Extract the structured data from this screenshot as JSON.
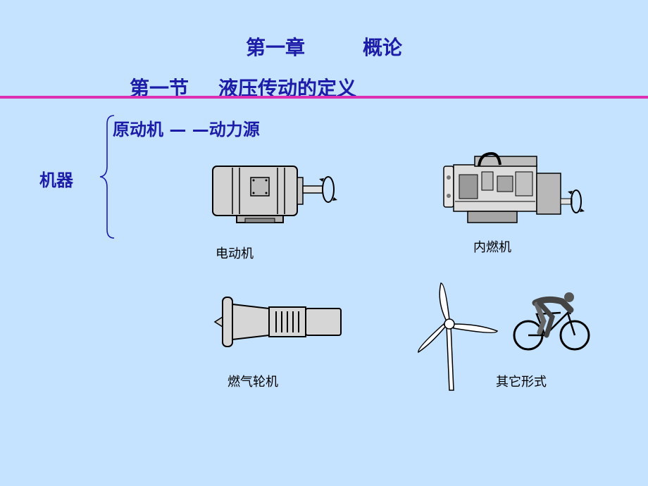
{
  "header": {
    "chapter_number": "第一章",
    "chapter_title": "概论",
    "section_number": "第一节",
    "section_title": "液压传动的定义"
  },
  "classification": {
    "root_label": "机器",
    "branch_label": "原动机 — —动力源"
  },
  "figures": [
    {
      "id": "electric-motor",
      "caption": "电动机",
      "icon": "electric-motor-icon"
    },
    {
      "id": "combustion-engine",
      "caption": "内燃机",
      "icon": "combustion-engine-icon"
    },
    {
      "id": "gas-turbine",
      "caption": "燃气轮机",
      "icon": "gas-turbine-icon"
    },
    {
      "id": "other-forms",
      "caption": "其它形式",
      "icon": "wind-turbine-and-cyclist-icon"
    }
  ],
  "colors": {
    "background": "#c5e3ff",
    "title_text": "#1c1ca8",
    "divider": "#dd2fb4"
  }
}
